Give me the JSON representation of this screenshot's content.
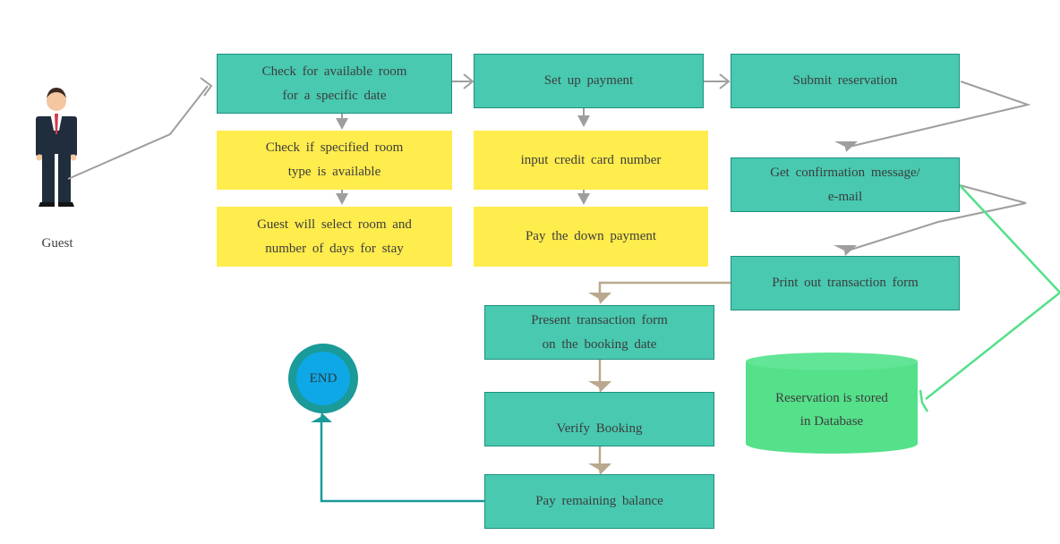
{
  "actor": {
    "label": "Guest",
    "icon": "businessman-icon"
  },
  "steps": {
    "check_room": [
      "Check for available room",
      "for a specific date"
    ],
    "check_type": [
      "Check if specified room",
      "type is available"
    ],
    "guest_select": [
      "Guest will select room and",
      "number of days for stay"
    ],
    "setup_payment": [
      "Set up payment"
    ],
    "input_card": [
      "input credit card number"
    ],
    "pay_down": [
      "Pay the down payment"
    ],
    "submit_reservation": [
      "Submit reservation"
    ],
    "get_confirmation": [
      "Get confirmation message/",
      "e-mail"
    ],
    "print_form": [
      "Print out transaction form"
    ],
    "present_form": [
      "Present transaction form",
      "on the booking date"
    ],
    "verify_booking": [
      "Verify Booking"
    ],
    "pay_remaining": [
      "Pay remaining balance"
    ]
  },
  "database": {
    "lines": [
      "Reservation is stored",
      "in Database"
    ]
  },
  "end": {
    "label": "END"
  },
  "colors": {
    "teal_box": "#48c9b0",
    "teal_border": "#1f9080",
    "yellow_box": "#ffec4d",
    "database": "#55e08a",
    "end_outer": "#1a9a98",
    "end_inner": "#0ea8e6",
    "arrow_gray": "#9e9e9e",
    "arrow_tan": "#b9a88e",
    "arrow_green": "#55e08a",
    "arrow_teal": "#1a9a98"
  }
}
